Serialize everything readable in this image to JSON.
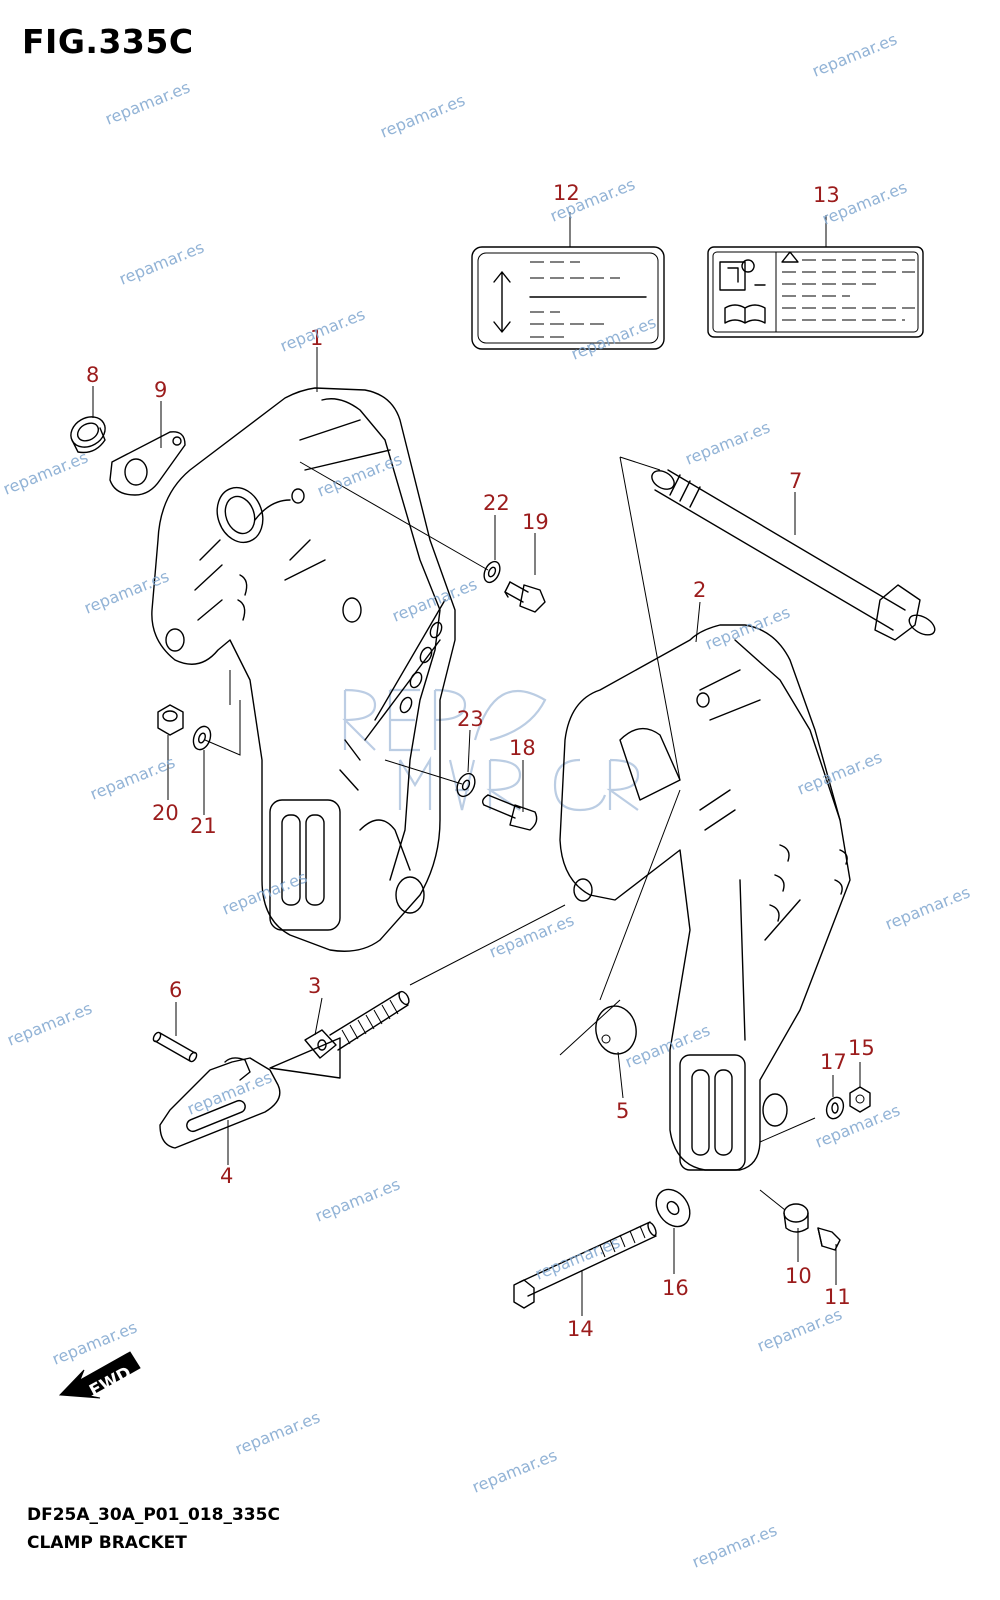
{
  "title": "FIG.335C",
  "footer": {
    "code": "DF25A_30A_P01_018_335C",
    "name": "CLAMP BRACKET"
  },
  "watermark": "repamar.es",
  "fwd_label": "FWD",
  "callouts": {
    "c1": "1",
    "c2": "2",
    "c3": "3",
    "c4": "4",
    "c5": "5",
    "c6": "6",
    "c7": "7",
    "c8": "8",
    "c9": "9",
    "c10": "10",
    "c11": "11",
    "c12": "12",
    "c13": "13",
    "c14": "14",
    "c15": "15",
    "c16": "16",
    "c17": "17",
    "c18": "18",
    "c19": "19",
    "c20": "20",
    "c21": "21",
    "c22": "22",
    "c23": "23"
  },
  "colors": {
    "callout": "#9b1c1c",
    "watermark": "#7fa6cf",
    "line": "#000000"
  }
}
